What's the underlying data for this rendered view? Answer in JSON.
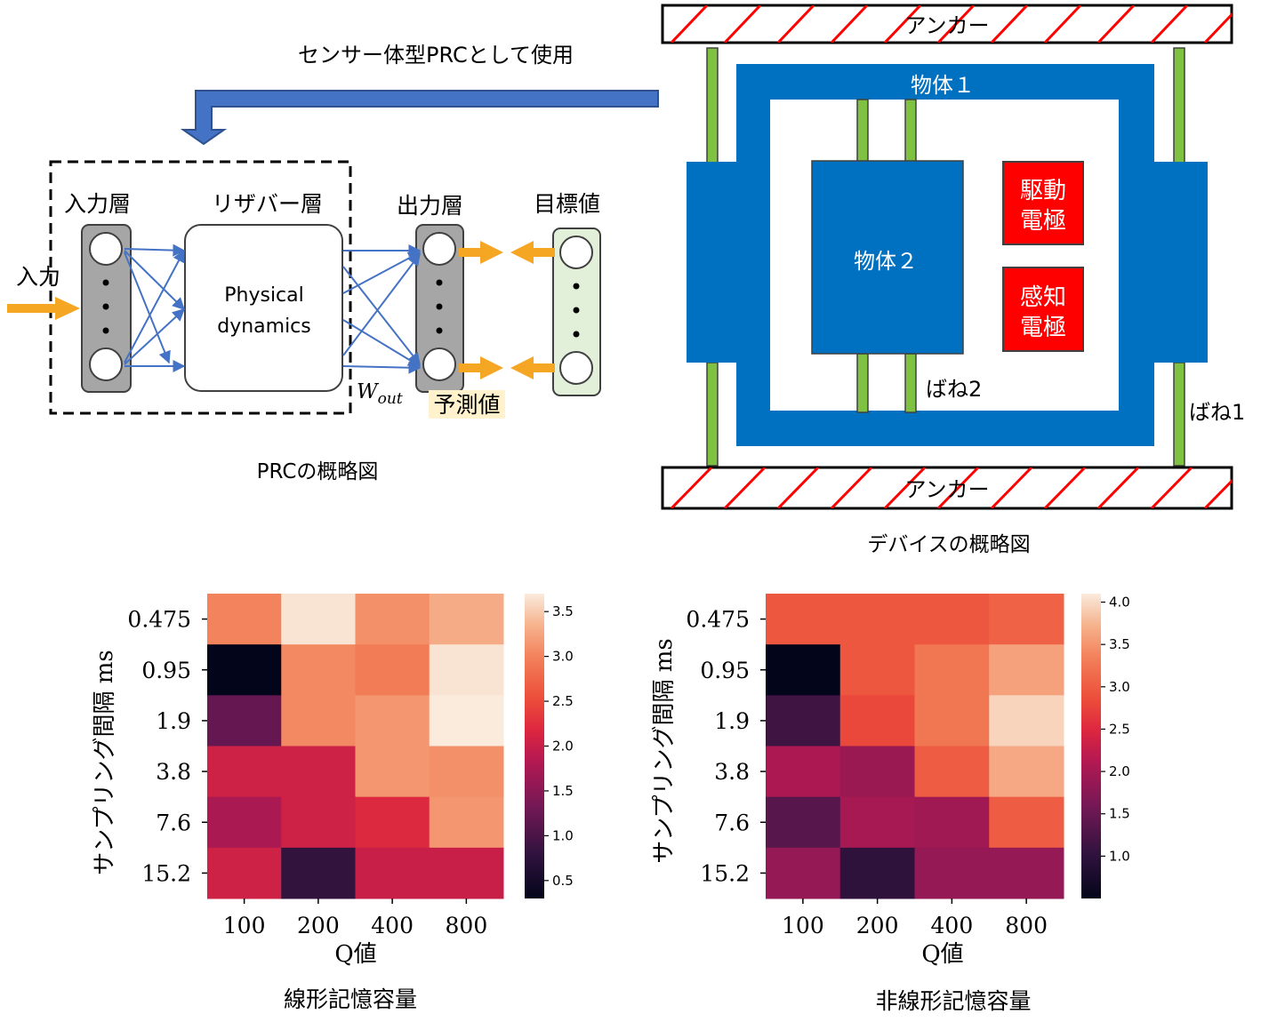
{
  "prc_diagram": {
    "input_layer_label": "入力層",
    "reservoir_layer_label": "リザバー層",
    "reservoir_text_line1": "Physical",
    "reservoir_text_line2": "dynamics",
    "output_layer_label": "出力層",
    "target_label": "目標値",
    "input_label": "入力",
    "wout_label": "W",
    "wout_sub": "out",
    "prediction_label": "予測値",
    "caption": "PRCの概略図",
    "usage_label": "センサー体型PRCとして使用"
  },
  "device_diagram": {
    "anchor_top": "アンカー",
    "anchor_bottom": "アンカー",
    "object1_label": "物体１",
    "object2_label": "物体２",
    "drive_electrode_line1": "駆動",
    "drive_electrode_line2": "電極",
    "sense_electrode_line1": "感知",
    "sense_electrode_line2": "電極",
    "spring2_label": "ばね2",
    "spring1_label": "ばね1",
    "caption": "デバイスの概略図",
    "colors": {
      "body_blue": "#0070c0",
      "electrode_red": "#ff0000",
      "spring_green": "#7fc241",
      "hatch_red": "#ff0000"
    }
  },
  "chart_data": [
    {
      "type": "heatmap",
      "title": "線形記憶容量",
      "xlabel": "Q値",
      "ylabel": "サンプリング間隔 ms",
      "x_categories": [
        "100",
        "200",
        "400",
        "800"
      ],
      "y_categories": [
        "0.475",
        "0.95",
        "1.9",
        "3.8",
        "7.6",
        "15.2"
      ],
      "values": [
        [
          3.0,
          3.65,
          3.1,
          3.3
        ],
        [
          0.3,
          3.05,
          2.95,
          3.65
        ],
        [
          1.2,
          3.05,
          3.15,
          3.7
        ],
        [
          2.05,
          2.05,
          3.15,
          3.1
        ],
        [
          1.75,
          2.05,
          2.2,
          3.15
        ],
        [
          2.05,
          0.8,
          2.0,
          2.0
        ]
      ],
      "colorbar_ticks": [
        0.5,
        1.0,
        1.5,
        2.0,
        2.5,
        3.0,
        3.5
      ],
      "colorbar_range": [
        0.3,
        3.7
      ]
    },
    {
      "type": "heatmap",
      "title": "非線形記憶容量",
      "xlabel": "Q値",
      "ylabel": "サンプリング間隔 ms",
      "x_categories": [
        "100",
        "200",
        "400",
        "800"
      ],
      "y_categories": [
        "0.475",
        "0.95",
        "1.9",
        "3.8",
        "7.6",
        "15.2"
      ],
      "values": [
        [
          2.95,
          2.95,
          2.95,
          3.05
        ],
        [
          0.5,
          2.95,
          3.25,
          3.6
        ],
        [
          1.15,
          2.8,
          3.25,
          3.95
        ],
        [
          2.05,
          1.9,
          3.0,
          3.65
        ],
        [
          1.35,
          2.0,
          1.95,
          3.0
        ],
        [
          1.85,
          1.0,
          1.85,
          1.85
        ]
      ],
      "colorbar_ticks": [
        1.0,
        1.5,
        2.0,
        2.5,
        3.0,
        3.5,
        4.0
      ],
      "colorbar_range": [
        0.5,
        4.1
      ]
    }
  ]
}
